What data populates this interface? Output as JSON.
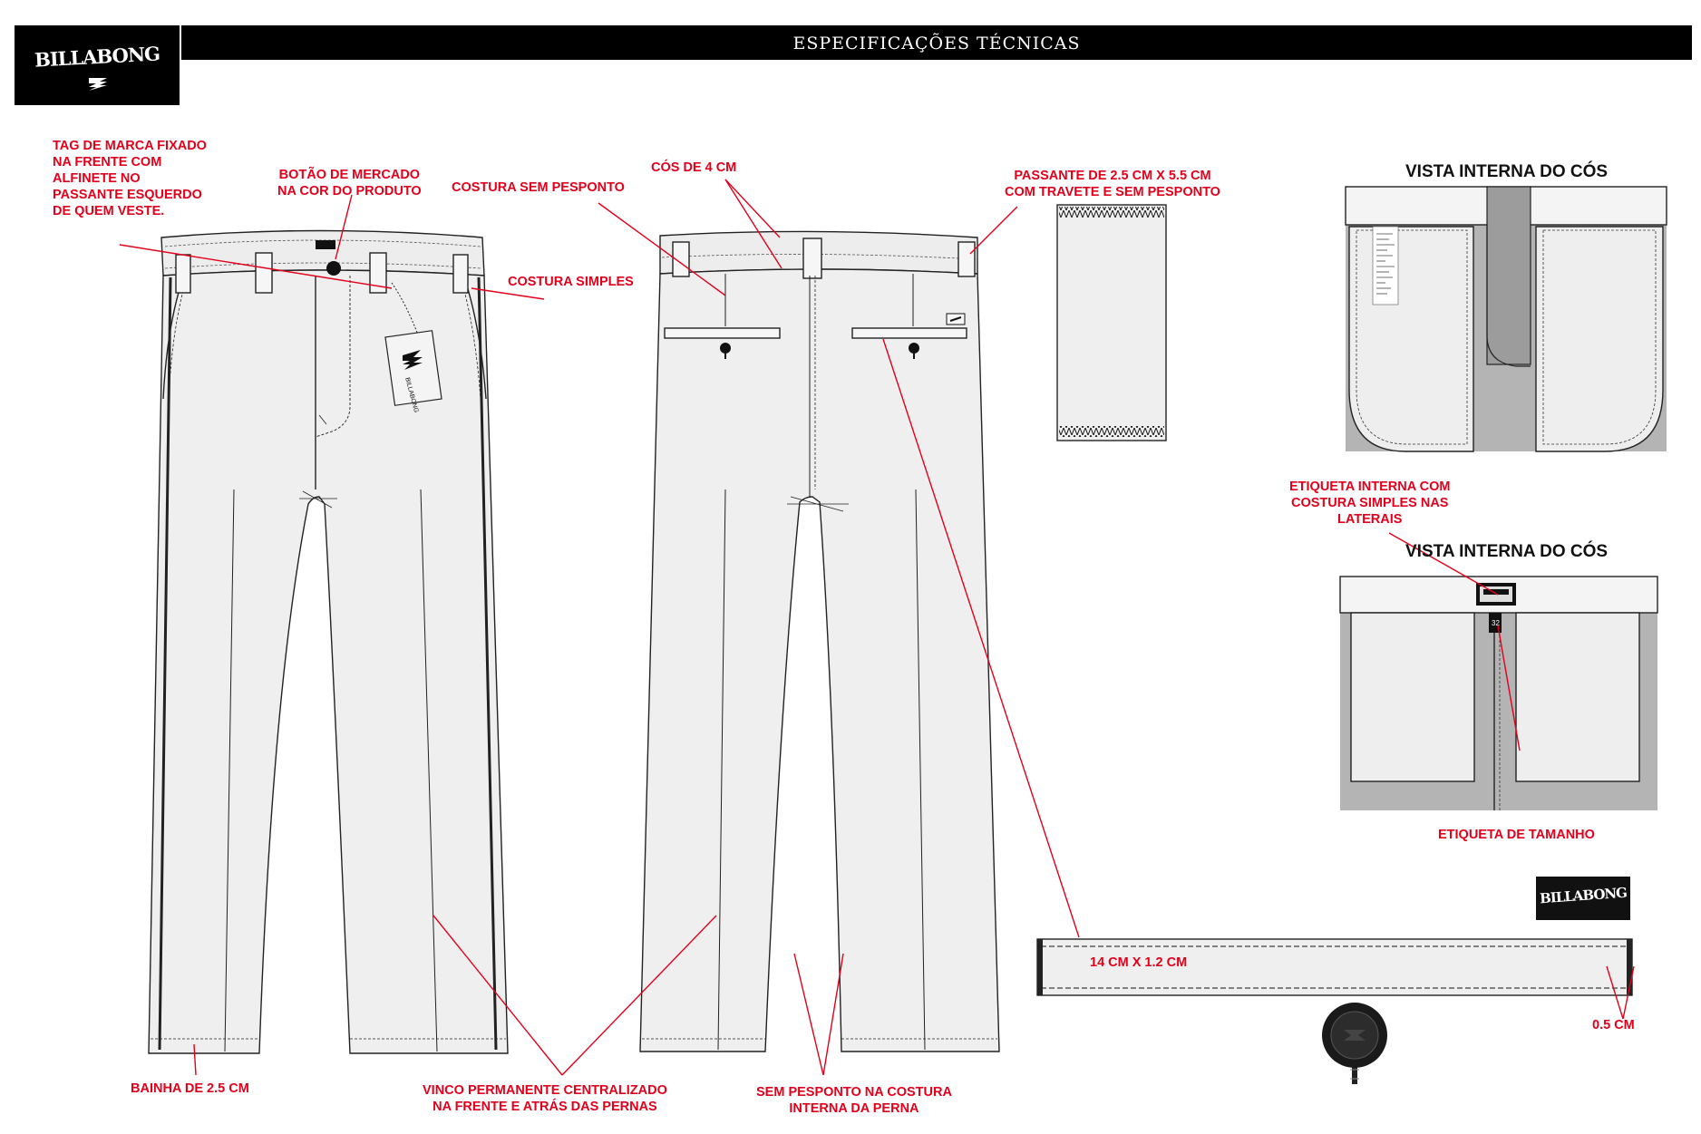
{
  "header": {
    "title": "ESPECIFICAÇÕES TÉCNICAS",
    "brand": "BILLABONG"
  },
  "annotations": {
    "brand_tag": "TAG DE MARCA FIXADO\n NA FRENTE COM\n ALFINETE NO\nPASSANTE ESQUERDO\nDE QUEM VESTE.",
    "button": "BOTÃO DE MERCADO\nNA COR DO PRODUTO",
    "seam_no_topstitch": "COSTURA SEM PESPONTO",
    "waistband": "CÓS DE 4 CM",
    "belt_loop": "PASSANTE DE 2.5 CM X 5.5 CM\nCOM TRAVETE E SEM PESPONTO",
    "simple_seam": "COSTURA SIMPLES",
    "hem": "BAINHA DE 2.5 CM",
    "crease": "VINCO PERMANENTE CENTRALIZADO\nNA FRENTE E ATRÁS DAS PERNAS",
    "inseam": "SEM PESPONTO NA COSTURA\nINTERNA DA PERNA",
    "inner_label": "ETIQUETA INTERNA COM\nCOSTURA SIMPLES NAS\nLATERAIS",
    "size_label": "ETIQUETA DE TAMANHO",
    "strip_size": "14 CM X 1.2 CM",
    "strip_margin": "0.5 CM"
  },
  "views": {
    "inner_waist_1": "VISTA INTERNA DO CÓS",
    "inner_waist_2": "VISTA INTERNA DO CÓS"
  },
  "colors": {
    "annotation": "#e3001b",
    "garment_fill": "#efefef",
    "outline": "#222222",
    "inner_shade": "#b4b4b4"
  }
}
